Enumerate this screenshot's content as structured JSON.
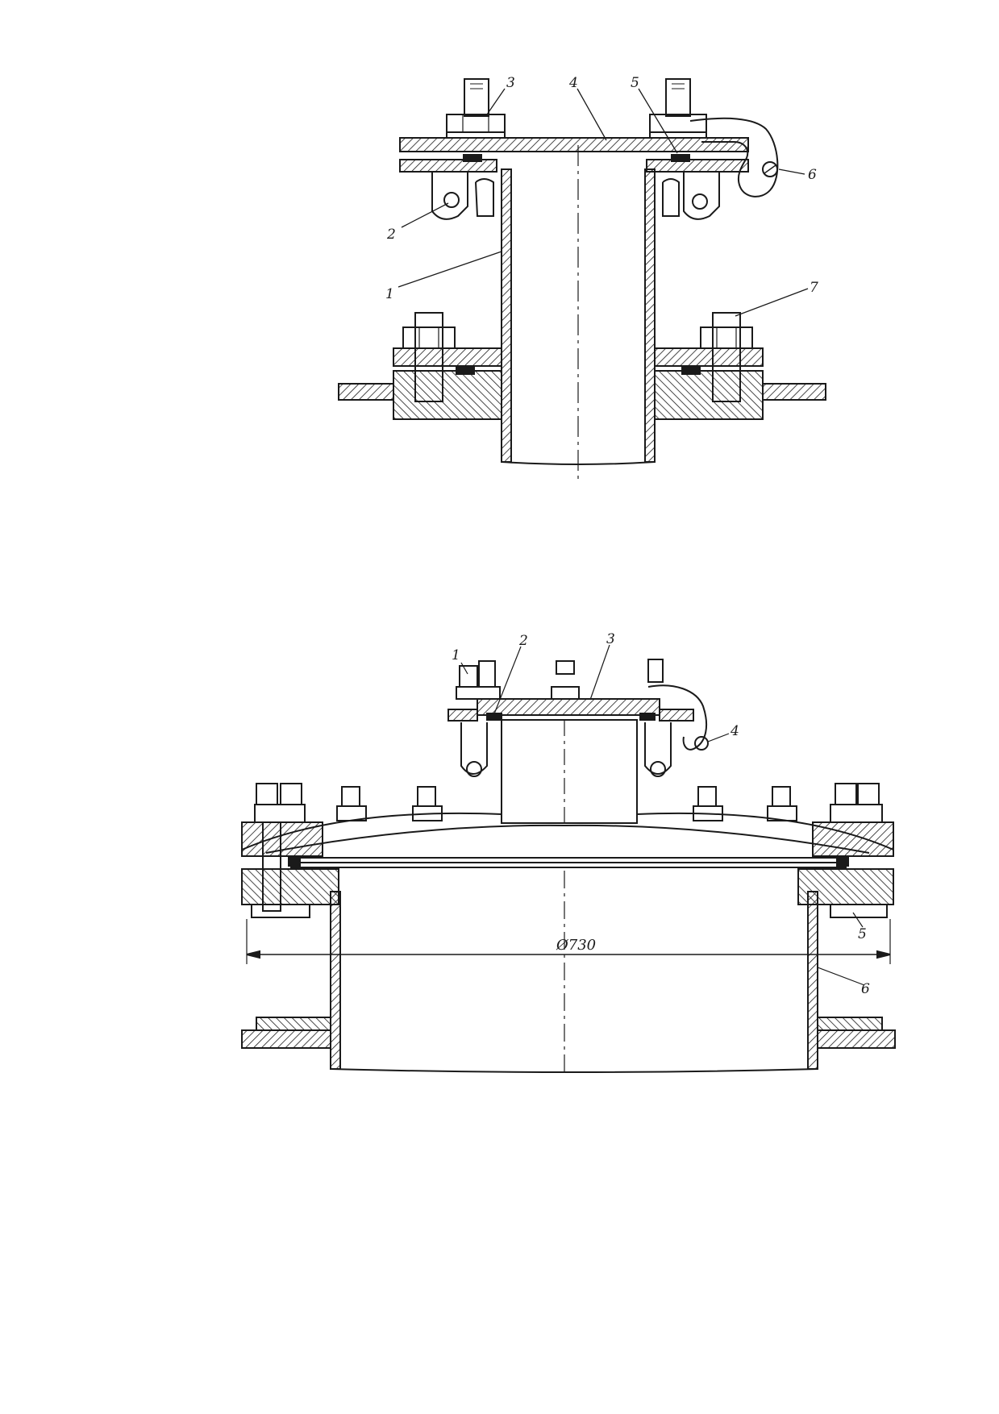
{
  "figure_top": {
    "callouts": [
      "3",
      "4",
      "5",
      "6",
      "2",
      "1",
      "7"
    ]
  },
  "figure_bottom": {
    "callouts": [
      "1",
      "2",
      "3",
      "4",
      "5",
      "6"
    ],
    "diameter_label": "Ø730"
  },
  "colors": {
    "line": "#1a1a1a",
    "hatch": "#1a1a1a",
    "background": "#ffffff"
  }
}
